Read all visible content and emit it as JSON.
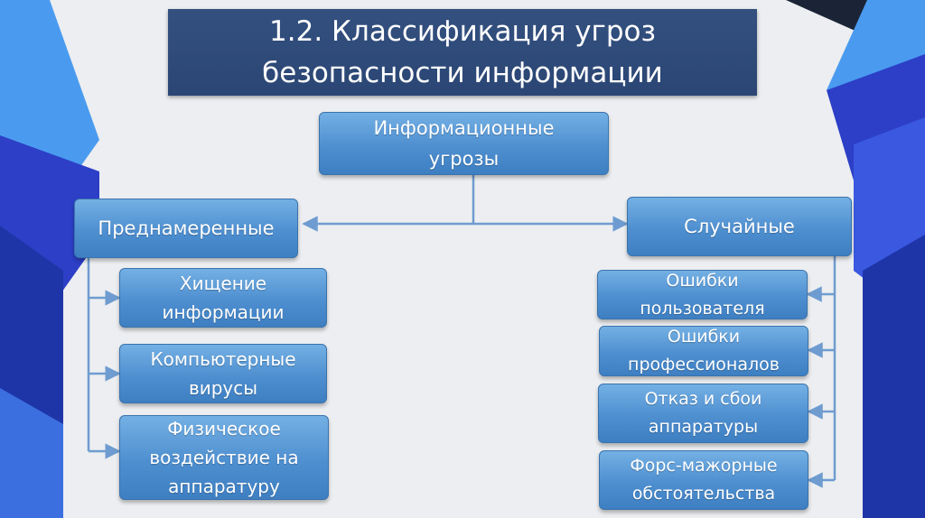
{
  "title": {
    "line1": "1.2. Классификация угроз",
    "line2": "безопасности информации"
  },
  "root": {
    "line1": "Информационные",
    "line2": "угрозы"
  },
  "left": {
    "label": "Преднамеренные",
    "items": [
      {
        "line1": "Хищение",
        "line2": "информации"
      },
      {
        "line1": "Компьютерные",
        "line2": "вирусы"
      },
      {
        "line1": "Физическое",
        "line2": "воздействие на",
        "line3": "аппаратуру"
      }
    ]
  },
  "right": {
    "label": "Случайные",
    "items": [
      {
        "line1": "Ошибки",
        "line2": "пользователя"
      },
      {
        "line1": "Ошибки",
        "line2": "профессионалов"
      },
      {
        "line1": "Отказ и сбои",
        "line2": "аппаратуры"
      },
      {
        "line1": "Форс-мажорные",
        "line2": "обстоятельства"
      }
    ]
  },
  "colors": {
    "background": "#eceef1",
    "title_box": "#2e4a78",
    "node_fill": "#4e8fd0",
    "connector": "#6f9cd0",
    "decor_dark": "#1f3fb6",
    "decor_light": "#4a9bf0"
  }
}
